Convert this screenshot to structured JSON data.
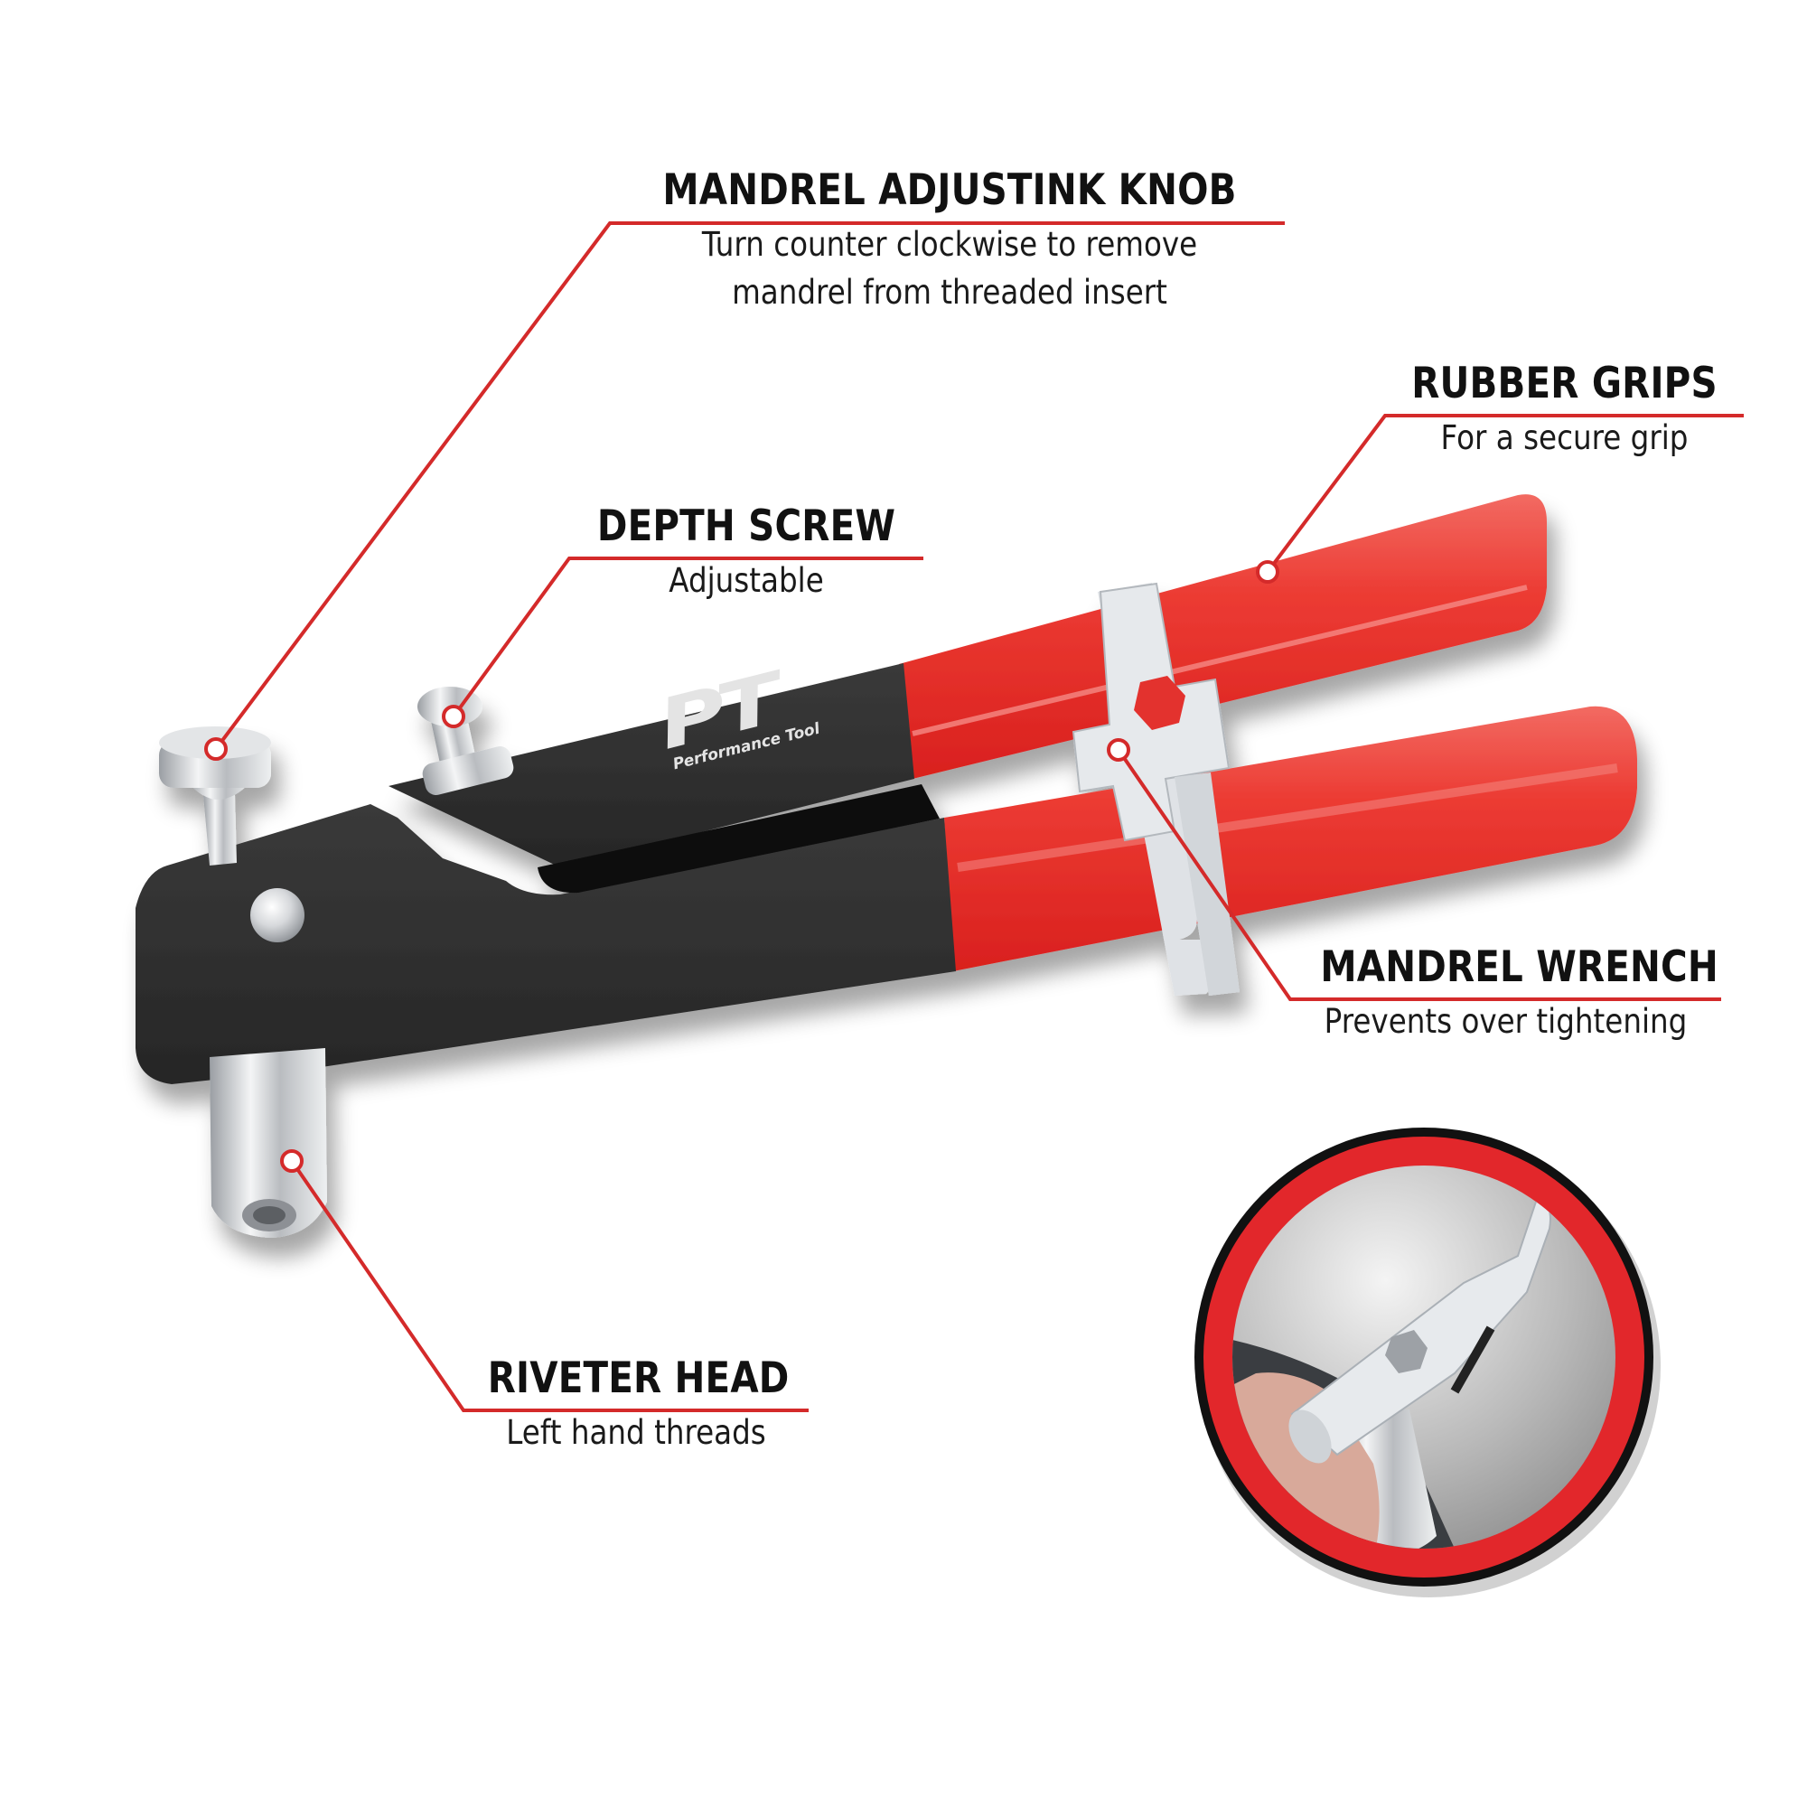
{
  "product": {
    "brand_logo": "PT",
    "brand_name": "Performance Tool",
    "colors": {
      "accent_red": "#e2272b",
      "leader_line": "#d42a2a",
      "body_black": "#2b2b2b",
      "grip_red": "#e8302e",
      "steel": "#d9dcdf",
      "ring_black": "#111111",
      "background": "#ffffff"
    }
  },
  "callouts": [
    {
      "id": "mandrel-adjusting-knob",
      "title": "MANDREL ADJUSTINK KNOB",
      "lines": [
        "Turn counter clockwise to remove",
        "mandrel from threaded insert"
      ]
    },
    {
      "id": "rubber-grips",
      "title": "RUBBER GRIPS",
      "lines": [
        "For a secure grip"
      ]
    },
    {
      "id": "depth-screw",
      "title": "DEPTH SCREW",
      "lines": [
        "Adjustable"
      ]
    },
    {
      "id": "mandrel-wrench",
      "title": "MANDREL WRENCH",
      "lines": [
        "Prevents over tightening"
      ]
    },
    {
      "id": "riveter-head",
      "title": "RIVETER HEAD",
      "lines": [
        "Left hand threads"
      ]
    }
  ],
  "inset": {
    "description": "Close-up of mandrel wrench being used on riveter head",
    "icon": "inset-zoom-circle"
  }
}
